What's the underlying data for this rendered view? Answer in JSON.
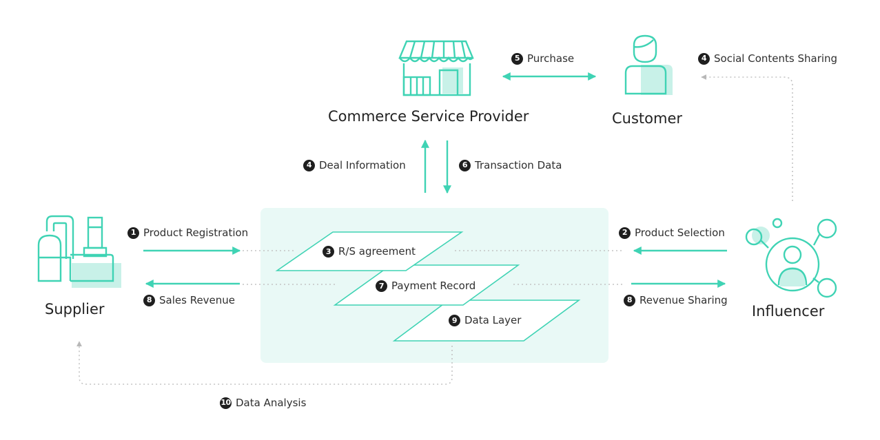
{
  "colors": {
    "accent": "#3fd3b4",
    "accent_fill": "#c8f1e8",
    "platform_bg": "#e9f9f6",
    "dotted": "#c4c4c4",
    "badge": "#1f1f1f"
  },
  "actors": {
    "commerce": "Commerce Service Provider",
    "customer": "Customer",
    "supplier": "Supplier",
    "influencer": "Influencer"
  },
  "icons": {
    "commerce": "storefront-icon",
    "customer": "person-icon",
    "supplier": "factory-icon",
    "influencer": "network-person-icon"
  },
  "flows": {
    "purchase": {
      "num": "5",
      "label": "Purchase"
    },
    "social": {
      "num": "4",
      "label": "Social Contents Sharing"
    },
    "deal": {
      "num": "4",
      "label": "Deal Information"
    },
    "transaction": {
      "num": "6",
      "label": "Transaction Data"
    },
    "product_registration": {
      "num": "1",
      "label": "Product Registration"
    },
    "sales_revenue": {
      "num": "8",
      "label": "Sales Revenue"
    },
    "product_selection": {
      "num": "2",
      "label": "Product Selection"
    },
    "revenue_sharing": {
      "num": "8",
      "label": "Revenue Sharing"
    },
    "data_analysis": {
      "num": "10",
      "label": "Data Analysis"
    }
  },
  "layers": {
    "rs": {
      "num": "3",
      "label": "R/S agreement"
    },
    "payment": {
      "num": "7",
      "label": "Payment Record"
    },
    "data": {
      "num": "9",
      "label": "Data Layer"
    }
  }
}
